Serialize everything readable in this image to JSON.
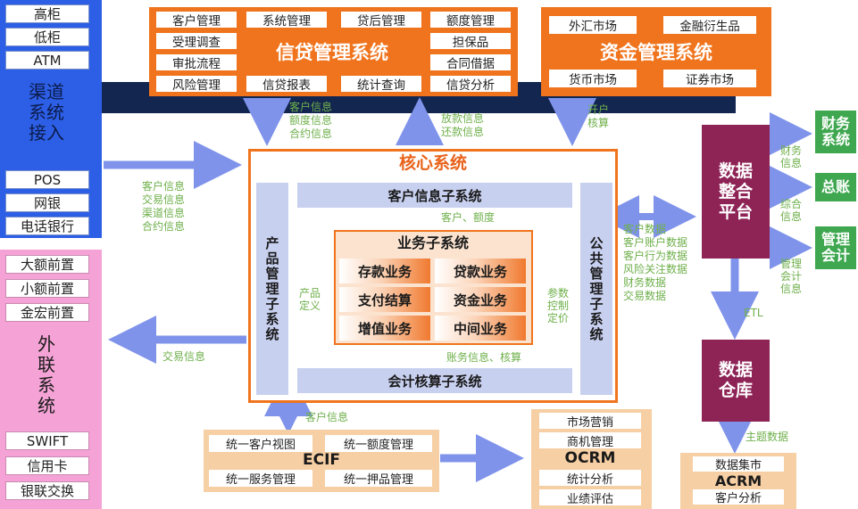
{
  "channel": {
    "items_top": [
      "高柜",
      "低柜",
      "ATM"
    ],
    "title": "渠道系统接入",
    "items_bottom": [
      "POS",
      "网银",
      "电话银行"
    ]
  },
  "external": {
    "items_top": [
      "大额前置",
      "小额前置",
      "金宏前置"
    ],
    "title": "外联系统",
    "items_bottom": [
      "SWIFT",
      "信用卡",
      "银联交换"
    ]
  },
  "credit": {
    "title": "信贷管理系统",
    "items": [
      "客户管理",
      "系统管理",
      "贷后管理",
      "额度管理",
      "受理调查",
      "担保品",
      "审批流程",
      "合同借据",
      "风险管理",
      "信贷报表",
      "统计查询",
      "信贷分析"
    ]
  },
  "treasury": {
    "title": "资金管理系统",
    "items": [
      "外汇市场",
      "金融衍生品",
      "货币市场",
      "证券市场"
    ]
  },
  "core": {
    "title": "核心系统",
    "customer_sub": "客户信息子系统",
    "business_sub": "业务子系统",
    "business_items": [
      "存款业务",
      "贷款业务",
      "支付结算",
      "资金业务",
      "增值业务",
      "中间业务"
    ],
    "accounting_sub": "会计核算子系统",
    "product_sub": "产品管理子系统",
    "public_sub": "公共管理子系统",
    "label_customer_quota": "客户、额度",
    "label_product_def": "产品定义",
    "label_param_ctrl": "参数控制定价",
    "label_account_info": "账务信息、核算"
  },
  "integration": {
    "title": "数据整合平台"
  },
  "warehouse": {
    "title": "数据仓库"
  },
  "outputs": [
    "财务系统",
    "总账",
    "管理会计"
  ],
  "ecif": {
    "title": "ECIF",
    "items": [
      "统一客户视图",
      "统一额度管理",
      "统一服务管理",
      "统一押品管理"
    ]
  },
  "ocrm": {
    "title": "OCRM",
    "items": [
      "市场营销",
      "商机管理",
      "统计分析",
      "业绩评估"
    ]
  },
  "acrm": {
    "title": "ACRM",
    "items": [
      "数据集市",
      "客户分析"
    ]
  },
  "flows": {
    "credit_to_core": [
      "客户信息",
      "额度信息",
      "合约信息"
    ],
    "core_to_credit": [
      "放款信息",
      "还款信息"
    ],
    "treasury_to_core": [
      "开户",
      "核算"
    ],
    "channel_to_core": [
      "客户信息",
      "交易信息",
      "渠道信息",
      "合约信息"
    ],
    "core_to_external": "交易信息",
    "core_to_integration": [
      "客户数据",
      "客户账户数据",
      "客户行为数据",
      "风险关注数据",
      "财务数据",
      "交易数据"
    ],
    "to_finance": [
      "财务",
      "信息"
    ],
    "to_ledger": [
      "综合",
      "信息"
    ],
    "to_mgmt": [
      "管理",
      "会计",
      "信息"
    ],
    "etl": "ETL",
    "subject_data": "主题数据",
    "ecif_customer": "客户信息"
  },
  "colors": {
    "channel_blue": "#2d5fe6",
    "external_pink": "#f5a3d6",
    "orange": "#f0741d",
    "navy_band": "#13264f",
    "sub_lavender": "#c8d0f0",
    "arrow_blue": "#7f93ea",
    "maroon": "#8e2356",
    "green": "#3ea74f",
    "peach": "#f7cfa4",
    "label_green": "#6fb04b"
  }
}
